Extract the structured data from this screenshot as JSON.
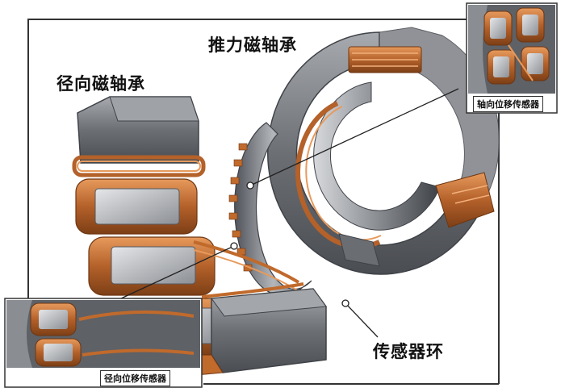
{
  "labels": {
    "thrust_bearing": "推力磁轴承",
    "radial_bearing": "径向磁轴承",
    "sensor_ring": "传感器环",
    "axial_sensor": "轴向位移传感器",
    "radial_sensor": "径向位移传感器"
  },
  "colors": {
    "steel_dark": "#5e6166",
    "steel_mid": "#8a8d92",
    "steel_light": "#c9cbce",
    "copper_dark": "#8a4a1c",
    "copper_mid": "#c06a2c",
    "copper_light": "#e79a5c",
    "frame": "#333333"
  }
}
